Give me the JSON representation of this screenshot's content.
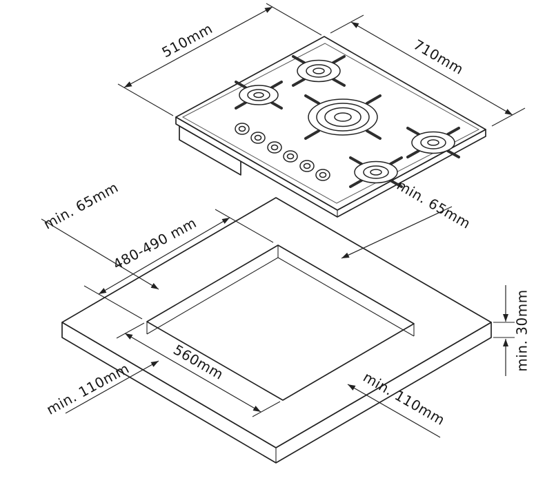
{
  "hob": {
    "depth_label": "510mm",
    "width_label": "710mm"
  },
  "cutout": {
    "depth_label": "480-490 mm",
    "width_label": "560mm"
  },
  "clearances": {
    "back_left_label": "min. 65mm",
    "back_right_label": "min. 65mm",
    "front_left_label": "min. 110mm",
    "front_right_label": "min. 110mm",
    "worktop_thickness_label": "min. 30mm"
  }
}
